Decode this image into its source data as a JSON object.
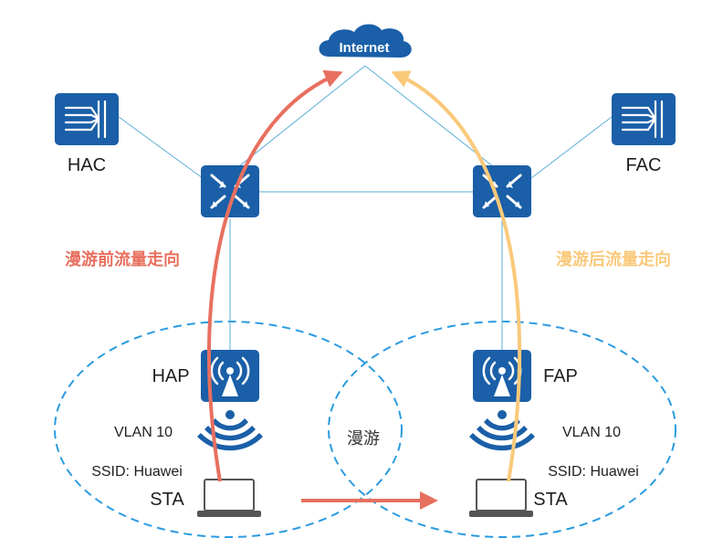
{
  "internet": {
    "label": "Internet"
  },
  "nodes": {
    "hac": {
      "label": "HAC"
    },
    "fac": {
      "label": "FAC"
    },
    "hap": {
      "label": "HAP"
    },
    "fap": {
      "label": "FAP"
    }
  },
  "left_cell": {
    "vlan": "VLAN 10",
    "ssid": "SSID: Huawei",
    "sta": "STA"
  },
  "right_cell": {
    "vlan": "VLAN 10",
    "ssid": "SSID: Huawei",
    "sta": "STA"
  },
  "annotations": {
    "before_roaming": "漫游前流量走向",
    "after_roaming": "漫游后流量走向",
    "roaming": "漫游"
  },
  "colors": {
    "device_blue": "#1a5fa8",
    "link_blue": "#5aaed6",
    "cell_dash": "#2a9be0",
    "before_path": "#e8705f",
    "after_path": "#f9c97a",
    "roam_arrow": "#e8705f"
  }
}
